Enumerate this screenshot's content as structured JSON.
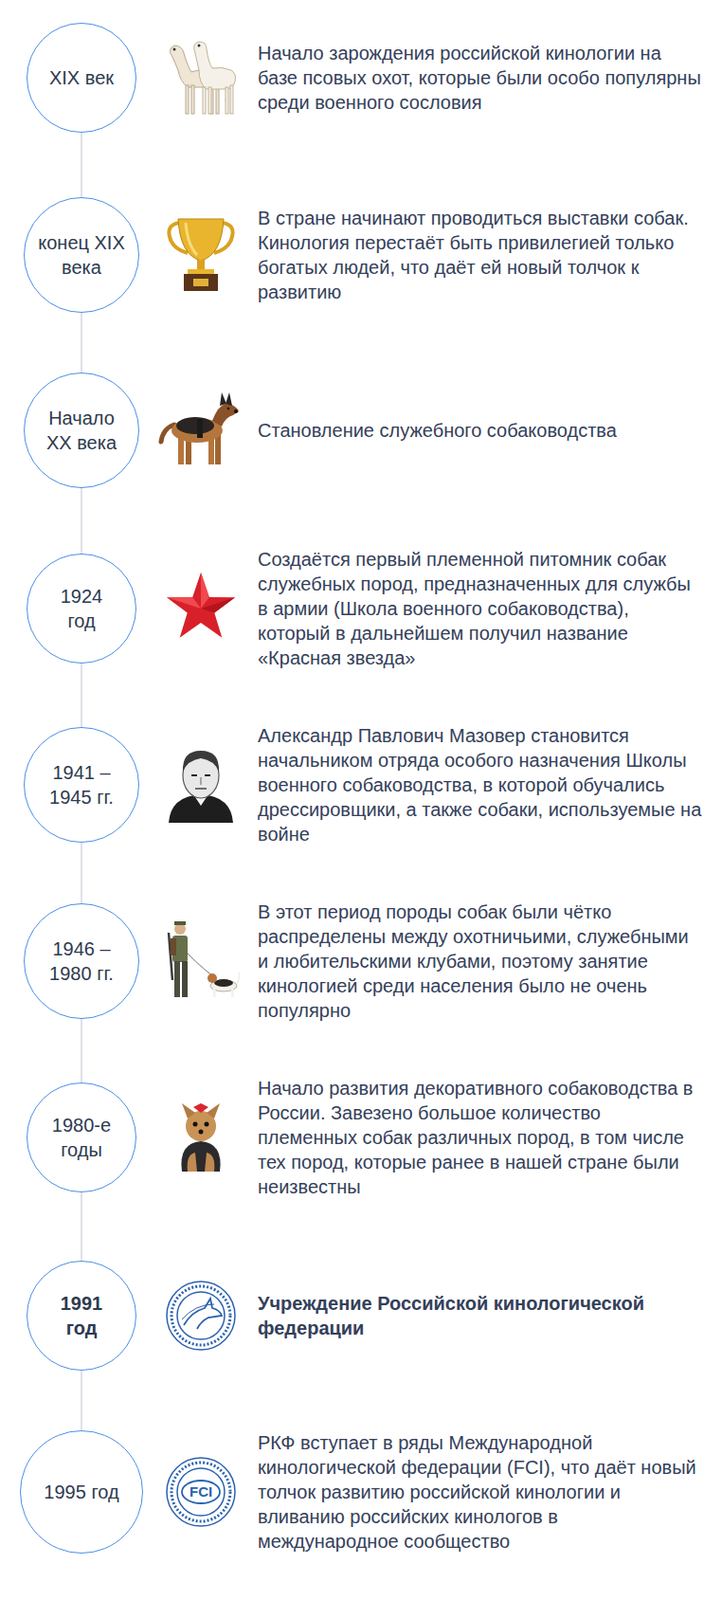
{
  "diagram": {
    "nodes": [
      {
        "text": [
          "XIX век"
        ]
      },
      {
        "text": [
          "конец XIX века"
        ]
      },
      {
        "text": [
          "Начало XX века"
        ]
      },
      {
        "text": [
          "1924 год"
        ]
      },
      {
        "text": [
          "1941 – 1945 гг."
        ]
      },
      {
        "text": [
          "1946 – 1980 гг."
        ]
      },
      {
        "text": [
          "1980-е годы"
        ]
      },
      {
        "text": [
          "1991 год"
        ]
      },
      {
        "text": [
          "1995 год"
        ]
      }
    ],
    "edges": [
      {
        "from": 0,
        "to": 1,
        "arrow": "none"
      },
      {
        "from": 1,
        "to": 2,
        "arrow": "none"
      },
      {
        "from": 2,
        "to": 3,
        "arrow": "none"
      },
      {
        "from": 3,
        "to": 4,
        "arrow": "none"
      },
      {
        "from": 4,
        "to": 5,
        "arrow": "none"
      },
      {
        "from": 5,
        "to": 6,
        "arrow": "none"
      },
      {
        "from": 6,
        "to": 7,
        "arrow": "none"
      },
      {
        "from": 7,
        "to": 8,
        "arrow": "none"
      }
    ],
    "labels": [
      "Начало зарождения российской кинологии на базе псовых охот, которые были особо популярны среди военного сословия",
      "В стране начинают проводиться выставки собак. Кинология перестаёт быть привилегией только богатых людей, что даёт ей новый толчок к развитию",
      "Становление служебного собаководства",
      "Создаётся первый племенной питомник собак служебных пород, предназначенных для службы в армии (Школа военного собаководства), который в дальнейшем получил название «Красная звезда»",
      "Александр Павлович Мазовер становится начальником отряда особого назначения Школы военного собаководства, в которой обучались дрессировщики, а также собаки, используемые на войне",
      "В этот период породы собак были чётко распределены между охотничьими, служебными и любительскими клубами, поэтому занятие кинологией среди населения было не очень популярно",
      "Начало развития декоративного собаководства в России. Завезено большое количество племенных собак различных пород, в том числе тех пород, которые ранее в нашей стране были неизвестны",
      "Учреждение Российской кинологической федерации",
      "РКФ вступает в ряды Международной кинологической федерации (FCI), что даёт новый толчок развитию российской кинологии и вливанию российских кинологов в международное сообщество",
      "FCI"
    ]
  }
}
